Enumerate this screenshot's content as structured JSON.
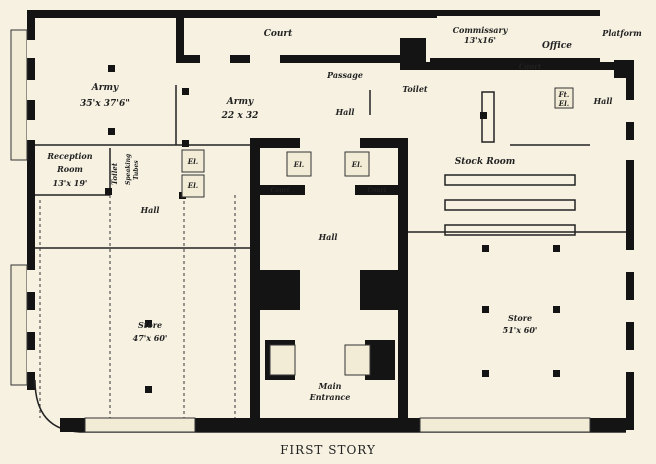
{
  "title": "FIRST STORY",
  "rooms": {
    "court_top": "Court",
    "commissary": "Commissary",
    "commissary_size": "13'x16'",
    "office": "Office",
    "platform": "Platform",
    "court_small": "Court",
    "passage": "Passage",
    "toilet_upper": "Toilet",
    "hall_upper": "Hall",
    "freight_el_1": "Ft.",
    "freight_el_2": "El.",
    "hall_right": "Hall",
    "army_large": "Army",
    "army_large_size": "35'x 37'6\"",
    "army_small": "Army",
    "army_small_size": "22 x 32",
    "reception": "Reception",
    "reception_2": "Room",
    "reception_size": "13'x 19'",
    "toilet_left": "Toilet",
    "speaking_tubes_1": "Speaking",
    "speaking_tubes_2": "Tubes",
    "el": "El.",
    "court_light": "Court",
    "stock_room": "Stock Room",
    "hall_left": "Hall",
    "hall_center": "Hall",
    "store_left": "Store",
    "store_left_size": "47'x 60'",
    "store_right": "Store",
    "store_right_size": "51'x 60'",
    "main_entrance_1": "Main",
    "main_entrance_2": "Entrance"
  }
}
